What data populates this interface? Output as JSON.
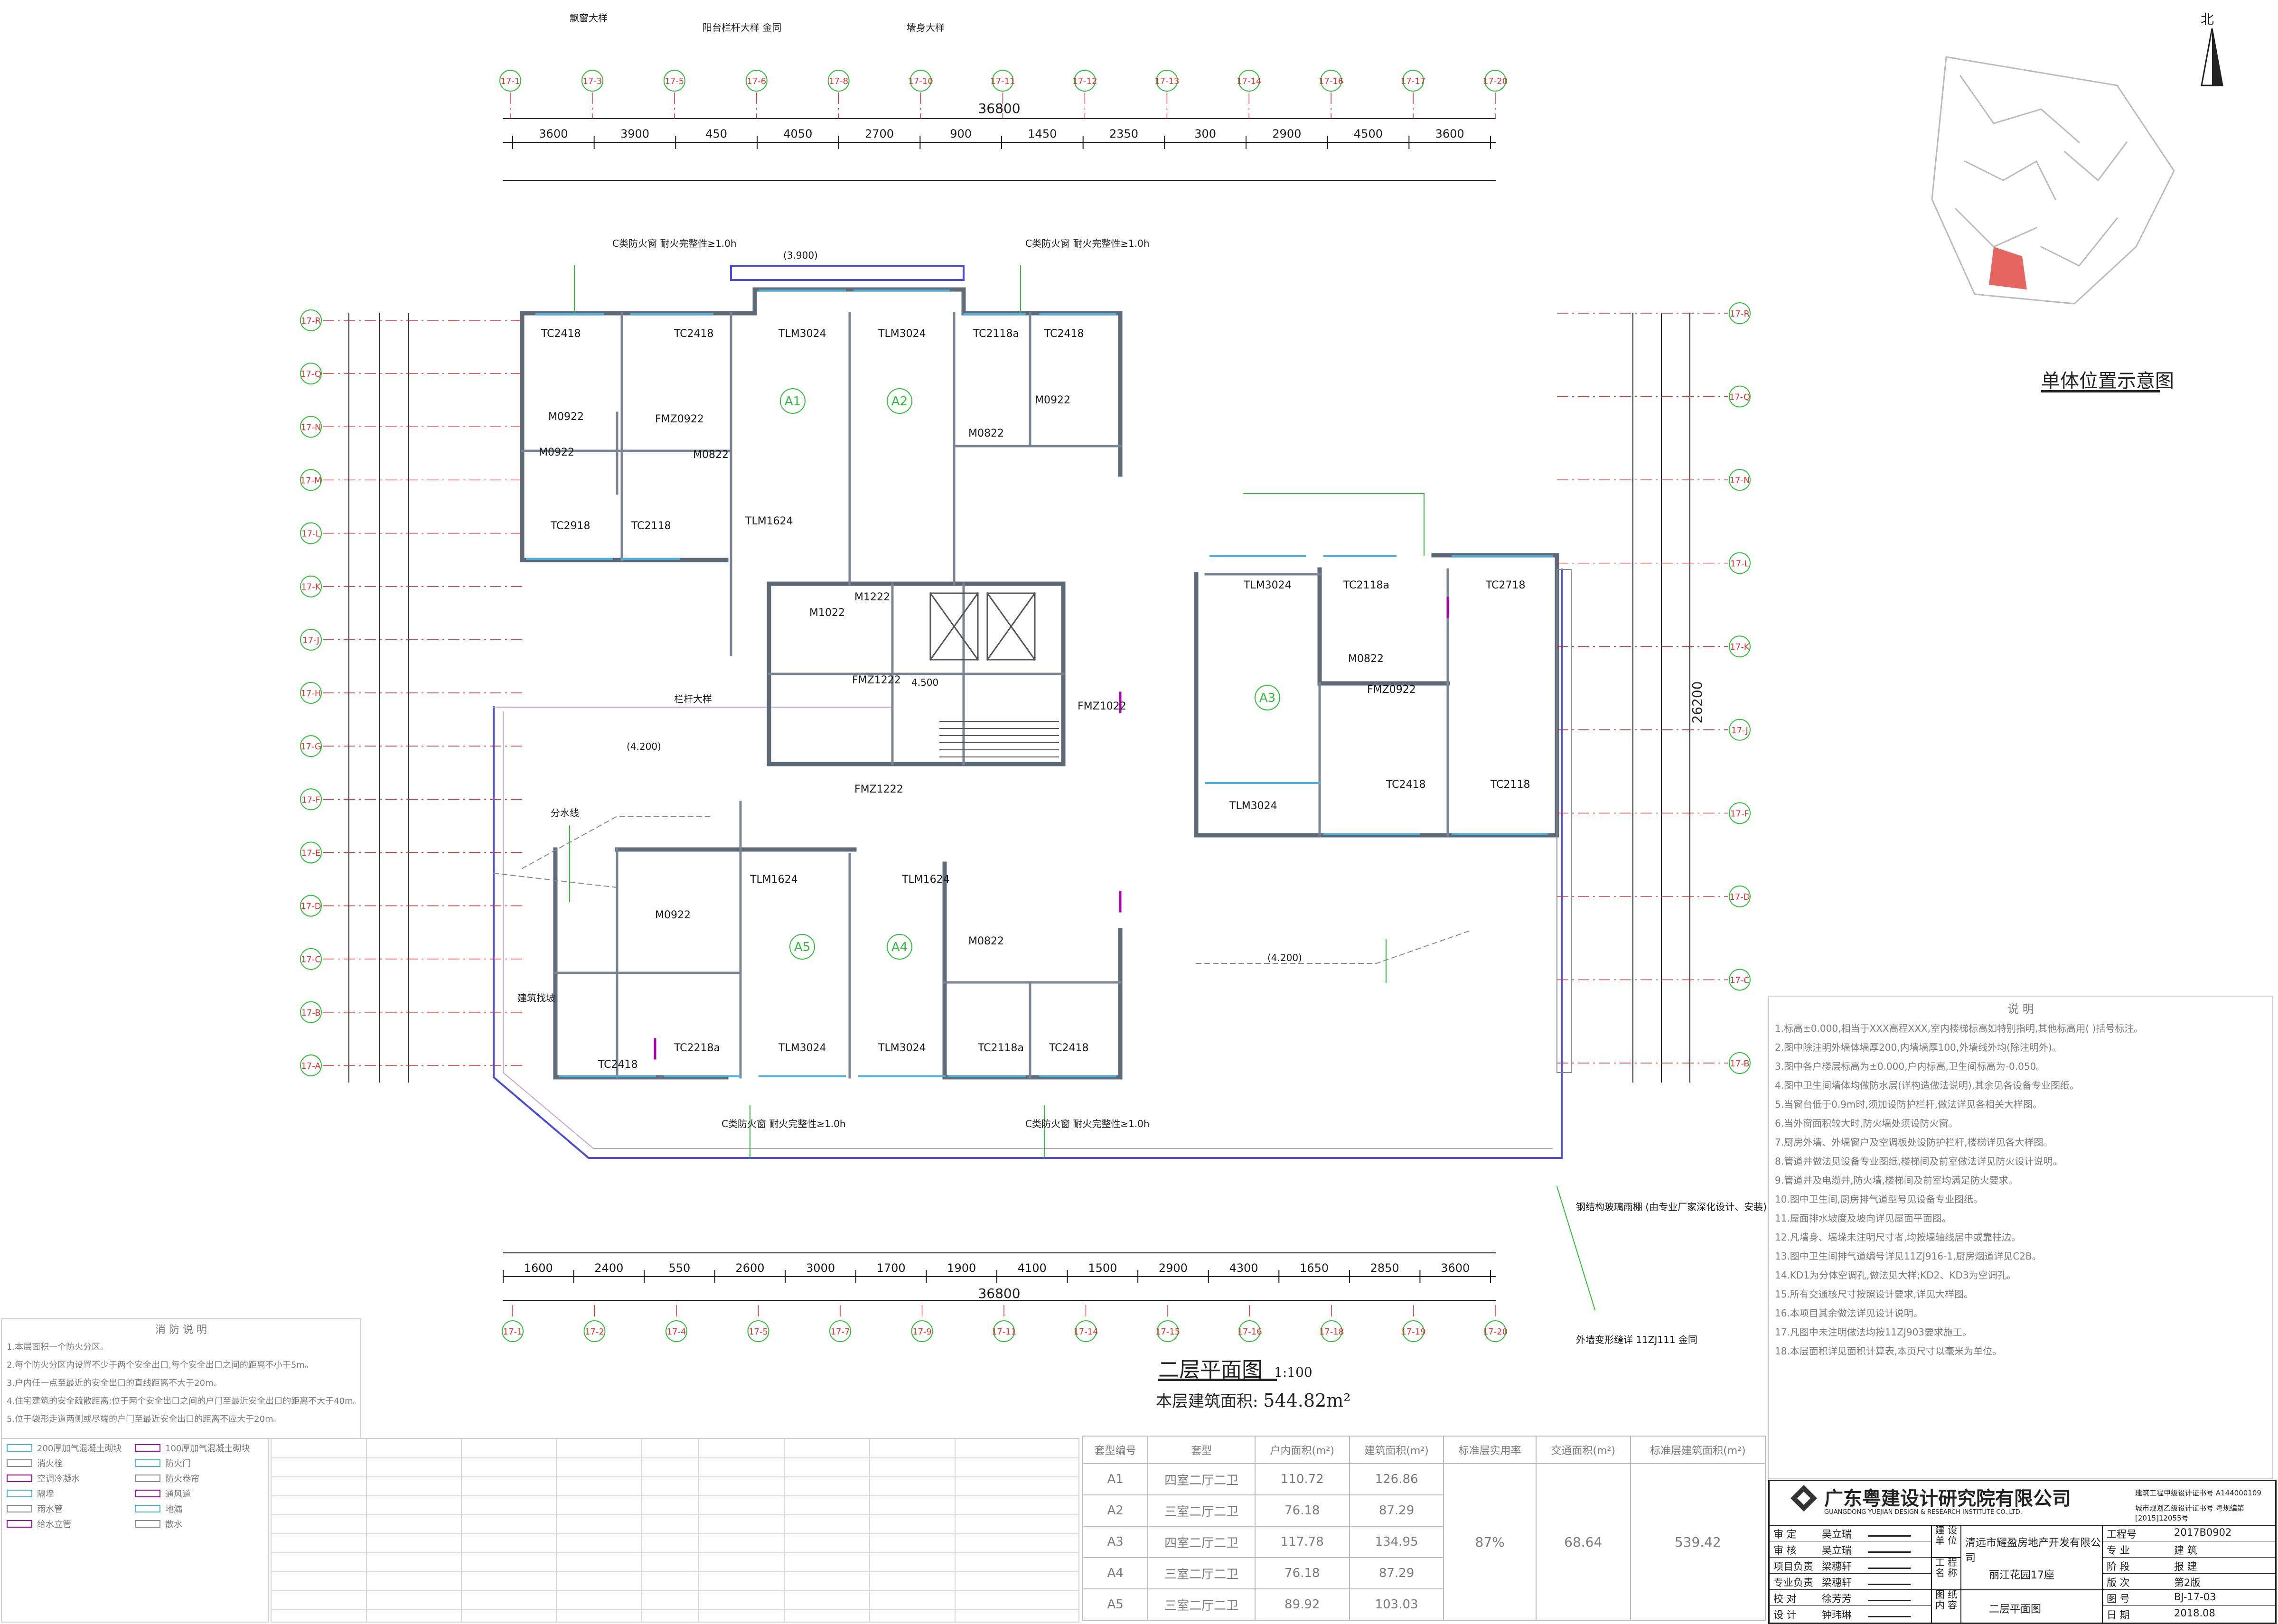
{
  "plan": {
    "title": "二层平面图",
    "scale": "1:100",
    "area_label": "本层建筑面积:",
    "area_value": "544.82m²",
    "total_dim_top": "36800",
    "total_dim_bottom": "36800",
    "depth_dim": "26200",
    "unit_labels": [
      "A1",
      "A2",
      "A3",
      "A4",
      "A5"
    ],
    "top_segments": [
      "3600",
      "3900",
      "450",
      "4050",
      "2700",
      "900",
      "1450",
      "2350",
      "300",
      "2900",
      "4500",
      "3600"
    ],
    "bottom_segments": [
      "1600",
      "2400",
      "550",
      "2600",
      "3000",
      "1700",
      "1900",
      "4100",
      "1500",
      "2900",
      "4300",
      "1650",
      "2850",
      "3600"
    ],
    "axis_top": [
      "17-1",
      "17-3",
      "17-5",
      "17-6",
      "17-8",
      "17-10",
      "17-11",
      "17-12",
      "17-13",
      "17-14",
      "17-16",
      "17-17",
      "17-20"
    ],
    "axis_bottom": [
      "17-1",
      "17-2",
      "17-4",
      "17-5",
      "17-7",
      "17-9",
      "17-11",
      "17-14",
      "17-15",
      "17-16",
      "17-18",
      "17-19",
      "17-20"
    ],
    "axis_left": [
      "17-R",
      "17-Q",
      "17-N",
      "17-M",
      "17-L",
      "17-K",
      "17-J",
      "17-H",
      "17-G",
      "17-F",
      "17-E",
      "17-D",
      "17-C",
      "17-B",
      "17-A"
    ],
    "axis_right": [
      "17-R",
      "17-Q",
      "17-N",
      "17-L",
      "17-K",
      "17-J",
      "17-F",
      "17-D",
      "17-C",
      "17-B"
    ],
    "window_labels": [
      "TC2418",
      "TC2418",
      "TLM3024",
      "TLM3024",
      "TC2118a",
      "TC2418",
      "TC2918",
      "TC2118",
      "TLM1624",
      "TLM3024",
      "TC2118a",
      "TC2718",
      "TC2418",
      "TC2118",
      "TLM3024",
      "TC2418",
      "TC2218a",
      "TLM3024",
      "TLM3024",
      "TC2118a",
      "TC2418",
      "TLM1624",
      "TLM1624"
    ],
    "door_labels": [
      "M0922",
      "M0922",
      "FMZ0922",
      "M0822",
      "M1222",
      "M1022",
      "FMZ1222",
      "FMZ1222",
      "FMZ1022",
      "M0822",
      "M0922",
      "M0822",
      "FMZ0922",
      "M0922",
      "M0822"
    ],
    "annotations": [
      "C类防火窗 耐火完整性≥1.0h",
      "C类防火窗 耐火完整性≥1.0h",
      "C类防火窗 耐火完整性≥1.0h",
      "C类防火窗 耐火完整性≥1.0h",
      "飘窗大样",
      "阳台栏杆大样 金同",
      "墙身大样",
      "栏杆大样",
      "分水线",
      "建筑找坡",
      "(3.900)",
      "(4.200)",
      "4.500",
      "(4.200)",
      "钢结构玻璃雨棚 (由专业厂家深化设计、安装)",
      "外墙变形缝详 11ZJ111 金同"
    ]
  },
  "site": {
    "north": "北",
    "caption": "单体位置示意图"
  },
  "notes": {
    "heading": "说 明",
    "lines": [
      "1.标高±0.000,相当于XXX高程XXX,室内楼梯标高如特别指明,其他标高用( )括号标注。",
      "2.图中除注明外墙体墙厚200,内墙墙厚100,外墙线外均(除注明外)。",
      "3.图中各户楼层标高为±0.000,户内标高,卫生间标高为-0.050。",
      "4.图中卫生间墙体均做防水层(详构造做法说明),其余见各设备专业图纸。",
      "5.当窗台低于0.9m时,须加设防护栏杆,做法详见各相关大样图。",
      "6.当外窗面积较大时,防火墙处须设防火窗。",
      "7.厨房外墙、外墙窗户及空调板处设防护栏杆,楼梯详见各大样图。",
      "8.管道井做法见设备专业图纸,楼梯间及前室做法详见防火设计说明。",
      "9.管道井及电缆井,防火墙,楼梯间及前室均满足防火要求。",
      "10.图中卫生间,厨房排气道型号见设备专业图纸。",
      "11.屋面排水坡度及坡向详见屋面平面图。",
      "12.凡墙身、墙垛未注明尺寸者,均按墙轴线居中或靠柱边。",
      "13.图中卫生间排气道编号详见11ZJ916-1,厨房烟道详见C2B。",
      "14.KD1为分体空调孔,做法见大样;KD2、KD3为空调孔。",
      "15.所有交通核尺寸按照设计要求,详见大样图。",
      "16.本项目其余做法详见设计说明。",
      "17.凡图中未注明做法均按11ZJ903要求施工。",
      "18.本层面积详见面积计算表,本页尺寸以毫米为单位。"
    ]
  },
  "left_notes": {
    "heading": "消 防 说 明",
    "lines": [
      "1.本层面积一个防火分区。",
      "2.每个防火分区内设置不少于两个安全出口,每个安全出口之间的距离不小于5m。",
      "3.户内任一点至最近的安全出口的直线距离不大于20m。",
      "4.住宅建筑的安全疏散距离:位于两个安全出口之间的户门至最近安全出口的距离不大于40m。",
      "5.位于袋形走道两侧或尽端的户门至最近安全出口的距离不应大于20m。"
    ]
  },
  "legend": {
    "items": [
      "200厚加气混凝土砌块",
      "100厚加气混凝土砌块",
      "消火栓",
      "防火门",
      "空调冷凝水",
      "防火卷帘",
      "隔墙",
      "通风道",
      "雨水管",
      "地漏",
      "给水立管",
      "散水"
    ]
  },
  "area_table": {
    "headers": [
      "套型编号",
      "套型",
      "户内面积(m²)",
      "建筑面积(m²)",
      "标准层实用率",
      "交通面积(m²)",
      "标准层建筑面积(m²)"
    ],
    "rows": [
      [
        "A1",
        "四室二厅二卫",
        "110.72",
        "126.86"
      ],
      [
        "A2",
        "三室二厅二卫",
        "76.18",
        "87.29"
      ],
      [
        "A3",
        "四室二厅二卫",
        "117.78",
        "134.95"
      ],
      [
        "A4",
        "三室二厅二卫",
        "76.18",
        "87.29"
      ],
      [
        "A5",
        "三室二厅二卫",
        "89.92",
        "103.03"
      ]
    ],
    "rate": "87%",
    "traffic": "68.64",
    "std_area": "539.42"
  },
  "title_block": {
    "company": "广东粤建设计研究院有限公司",
    "company_en": "GUANGDONG YUEJIAN DESIGN & RESEARCH INSTITUTE CO.,LTD.",
    "cert1": "建筑工程甲级设计证书号 A144000109",
    "cert2": "城市规划乙级设计证书号 粤规编第[2015]12055号",
    "roles": [
      [
        "审 定",
        "吴立瑞"
      ],
      [
        "审 核",
        "吴立瑞"
      ],
      [
        "项目负责",
        "梁穗轩"
      ],
      [
        "专业负责",
        "梁穗轩"
      ],
      [
        "校 对",
        "徐芳芳"
      ],
      [
        "设 计",
        "钟玮琳"
      ]
    ],
    "client_label": "建 设 单 位",
    "client": "清远市耀盈房地产开发有限公司",
    "project_label": "工 程 名 称",
    "project": "丽江花园17座",
    "drawing_label": "图 纸 内 容",
    "drawing": "二层平面图",
    "info": [
      [
        "工程号",
        "2017B0902"
      ],
      [
        "专 业",
        "建 筑"
      ],
      [
        "阶 段",
        "报 建"
      ],
      [
        "版 次",
        "第2版"
      ],
      [
        "图 号",
        "BJ-17-03"
      ],
      [
        "日 期",
        "2018.08"
      ]
    ]
  },
  "colors": {
    "wall": "#5c6a7a",
    "axis": "#e03030",
    "dim": "#1a1a1a",
    "window": "#49b0e0",
    "leader": "#2fbf3a",
    "boundary": "#4b4bd8",
    "door": "#b000b0"
  }
}
